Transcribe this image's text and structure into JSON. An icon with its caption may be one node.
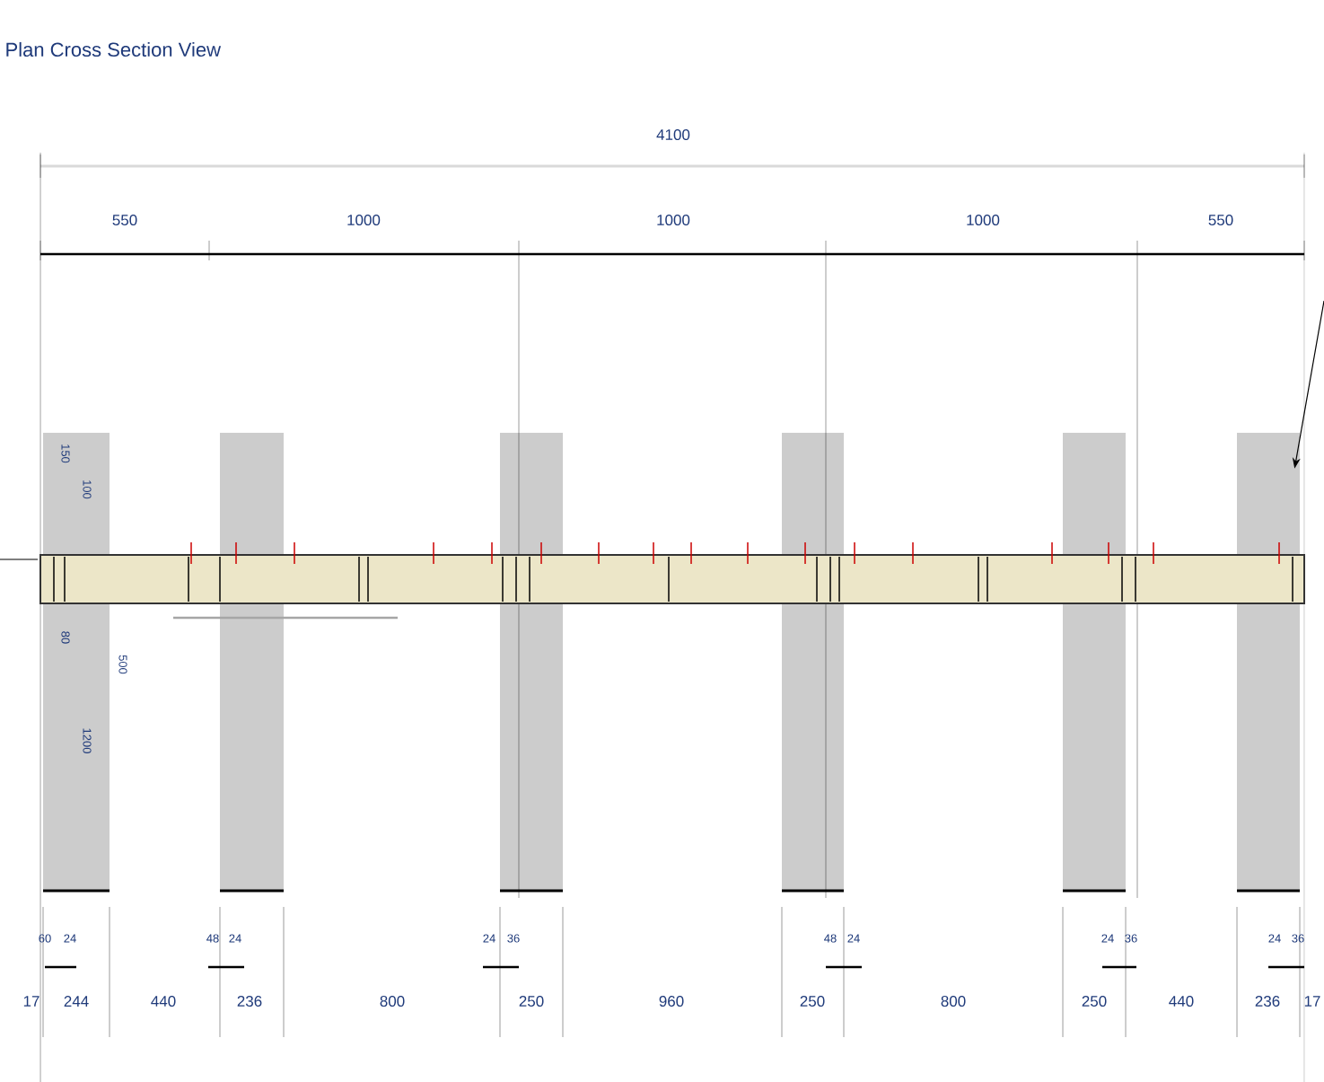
{
  "diagram": {
    "title": "Plan Cross Section View",
    "nodes": [
      {
        "text": [],
        "shape": "box"
      },
      {
        "text": [],
        "shape": "box"
      },
      {
        "text": [],
        "shape": "box"
      },
      {
        "text": [],
        "shape": "box"
      },
      {
        "text": [],
        "shape": "box"
      },
      {
        "text": [],
        "shape": "box"
      },
      {
        "text": [],
        "shape": "bar"
      }
    ],
    "edges": [
      {
        "from": null,
        "to": 5,
        "arrow": "to"
      }
    ],
    "labels": [
      "4100",
      "550",
      "1000",
      "1000",
      "1000",
      "550",
      "150",
      "100",
      "80",
      "500",
      "1200",
      "60",
      "24",
      "48",
      "24",
      "24",
      "36",
      "48",
      "24",
      "24",
      "36",
      "24",
      "36",
      "17",
      "244",
      "440",
      "236",
      "800",
      "250",
      "960",
      "250",
      "800",
      "250",
      "440",
      "236",
      "17"
    ]
  }
}
